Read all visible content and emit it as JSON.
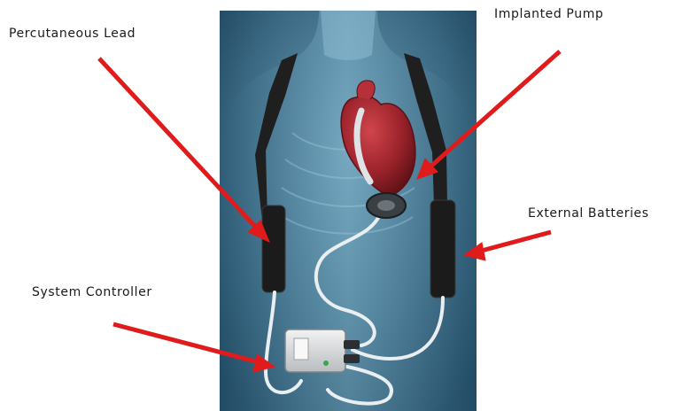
{
  "labels": {
    "percutaneous_lead": "Percutaneous Lead",
    "implanted_pump": "Implanted Pump",
    "external_batteries": "External Batteries",
    "system_controller": "System Controller"
  },
  "colors": {
    "arrow": "#e01b1b",
    "background_dark": "#0f3147",
    "background_light": "#5d8fa8",
    "heart": "#a3262d",
    "strap": "#222222"
  }
}
